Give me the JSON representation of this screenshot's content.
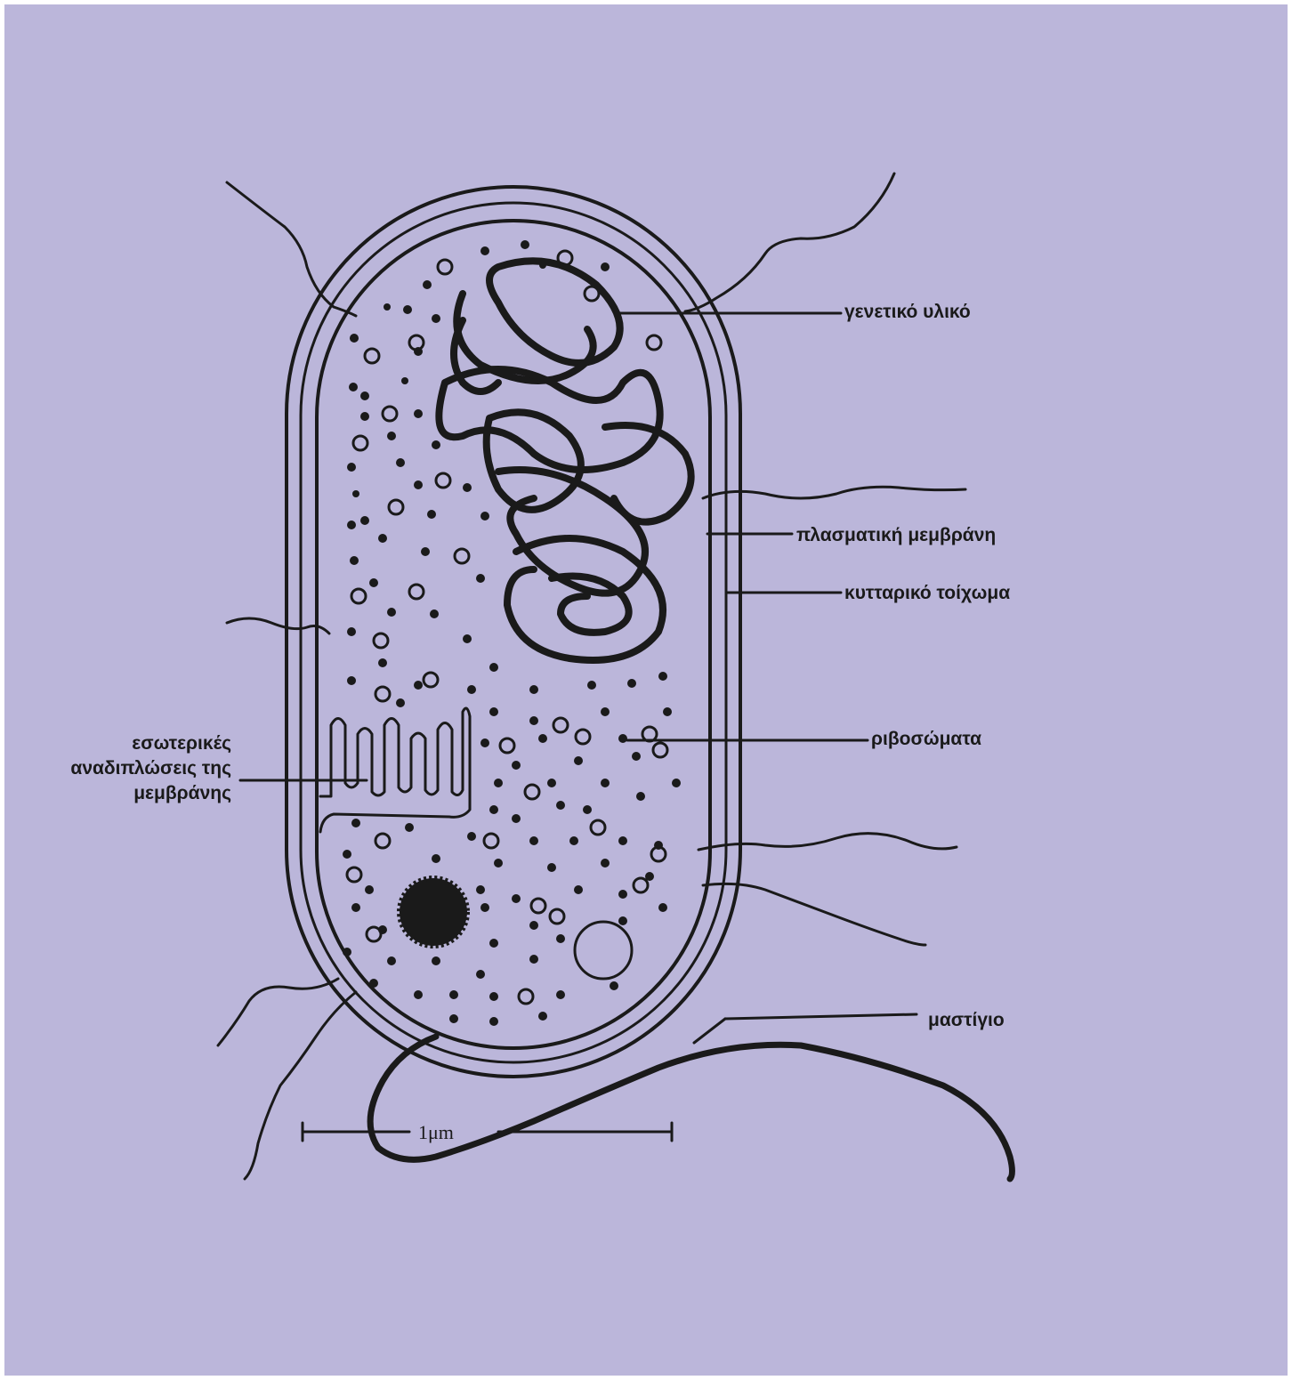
{
  "labels": {
    "genetic_material": "γενετικό υλικό",
    "plasma_membrane": "πλασματική μεμβράνη",
    "cell_wall": "κυτταρικό τοίχωμα",
    "ribosomes": "ριβοσώματα",
    "membrane_infoldings": [
      "εσωτερικές",
      "αναδιπλώσεις της",
      "μεμβράνης"
    ],
    "flagellum": "μαστίγιο",
    "scale_bar": "1μm"
  },
  "colors": {
    "background": "#bbb6da",
    "ink": "#1a1a1a"
  }
}
